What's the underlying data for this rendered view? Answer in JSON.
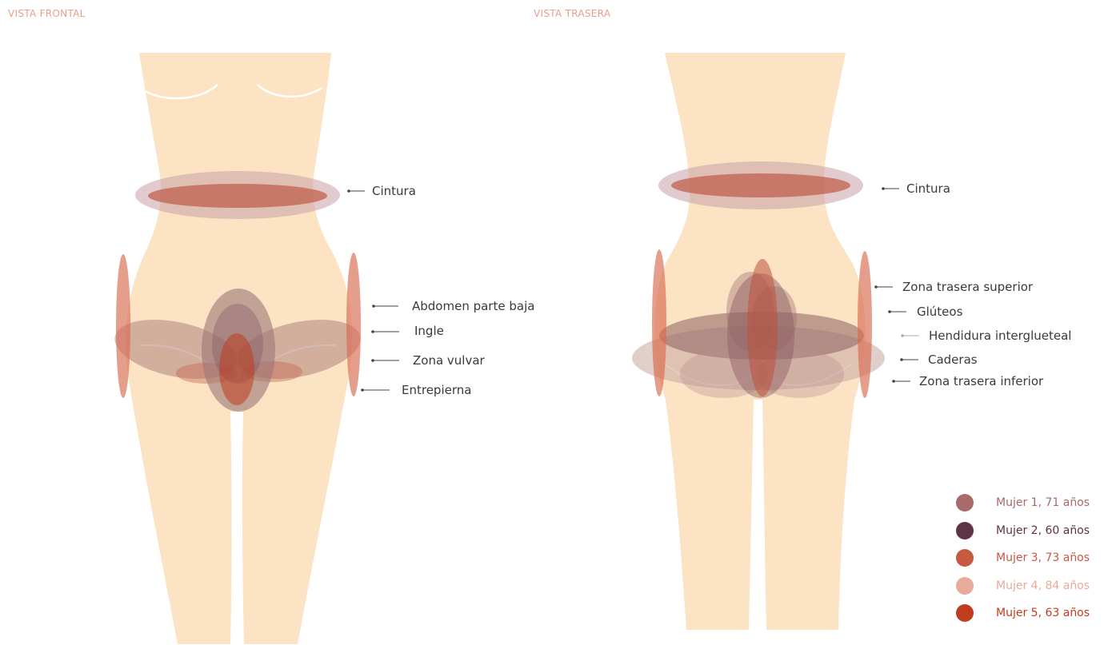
{
  "views": {
    "front": {
      "title": "VISTA FRONTAL",
      "labels": {
        "cintura": "Cintura",
        "abdomen": "Abdomen parte baja",
        "ingle": "Ingle",
        "vulvar": "Zona vulvar",
        "entrepierna": "Entrepierna"
      }
    },
    "back": {
      "title": "VISTA TRASERA",
      "labels": {
        "cintura": "Cintura",
        "superior": "Zona trasera superior",
        "gluteos": "Glúteos",
        "hendidura": "Hendidura interglueteal",
        "caderas": "Caderas",
        "inferior": "Zona trasera inferior"
      }
    }
  },
  "legend": [
    {
      "label": "Mujer 1, 71 años",
      "color": "#a86a6a"
    },
    {
      "label": "Mujer 2, 60 años",
      "color": "#5e3344"
    },
    {
      "label": "Mujer 3, 73 años",
      "color": "#c45a3f"
    },
    {
      "label": "Mujer 4, 84 años",
      "color": "#e8aa9a"
    },
    {
      "label": "Mujer 5, 63 años",
      "color": "#c03c1e"
    }
  ],
  "colors": {
    "skin": "#fbe3c4",
    "title": "#e5a08a"
  }
}
